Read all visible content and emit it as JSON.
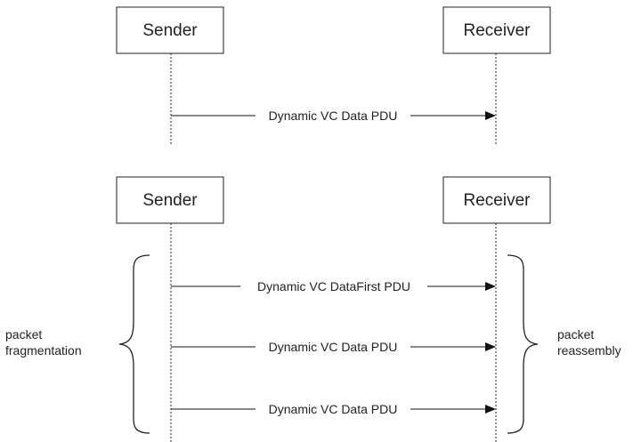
{
  "top_diagram": {
    "sender": "Sender",
    "receiver": "Receiver",
    "messages": [
      "Dynamic VC Data PDU"
    ]
  },
  "bottom_diagram": {
    "sender": "Sender",
    "receiver": "Receiver",
    "messages": [
      "Dynamic VC DataFirst PDU",
      "Dynamic VC Data PDU",
      "Dynamic VC Data PDU"
    ],
    "left_annotation": [
      "packet",
      "fragmentation"
    ],
    "right_annotation": [
      "packet",
      "reassembly"
    ]
  }
}
